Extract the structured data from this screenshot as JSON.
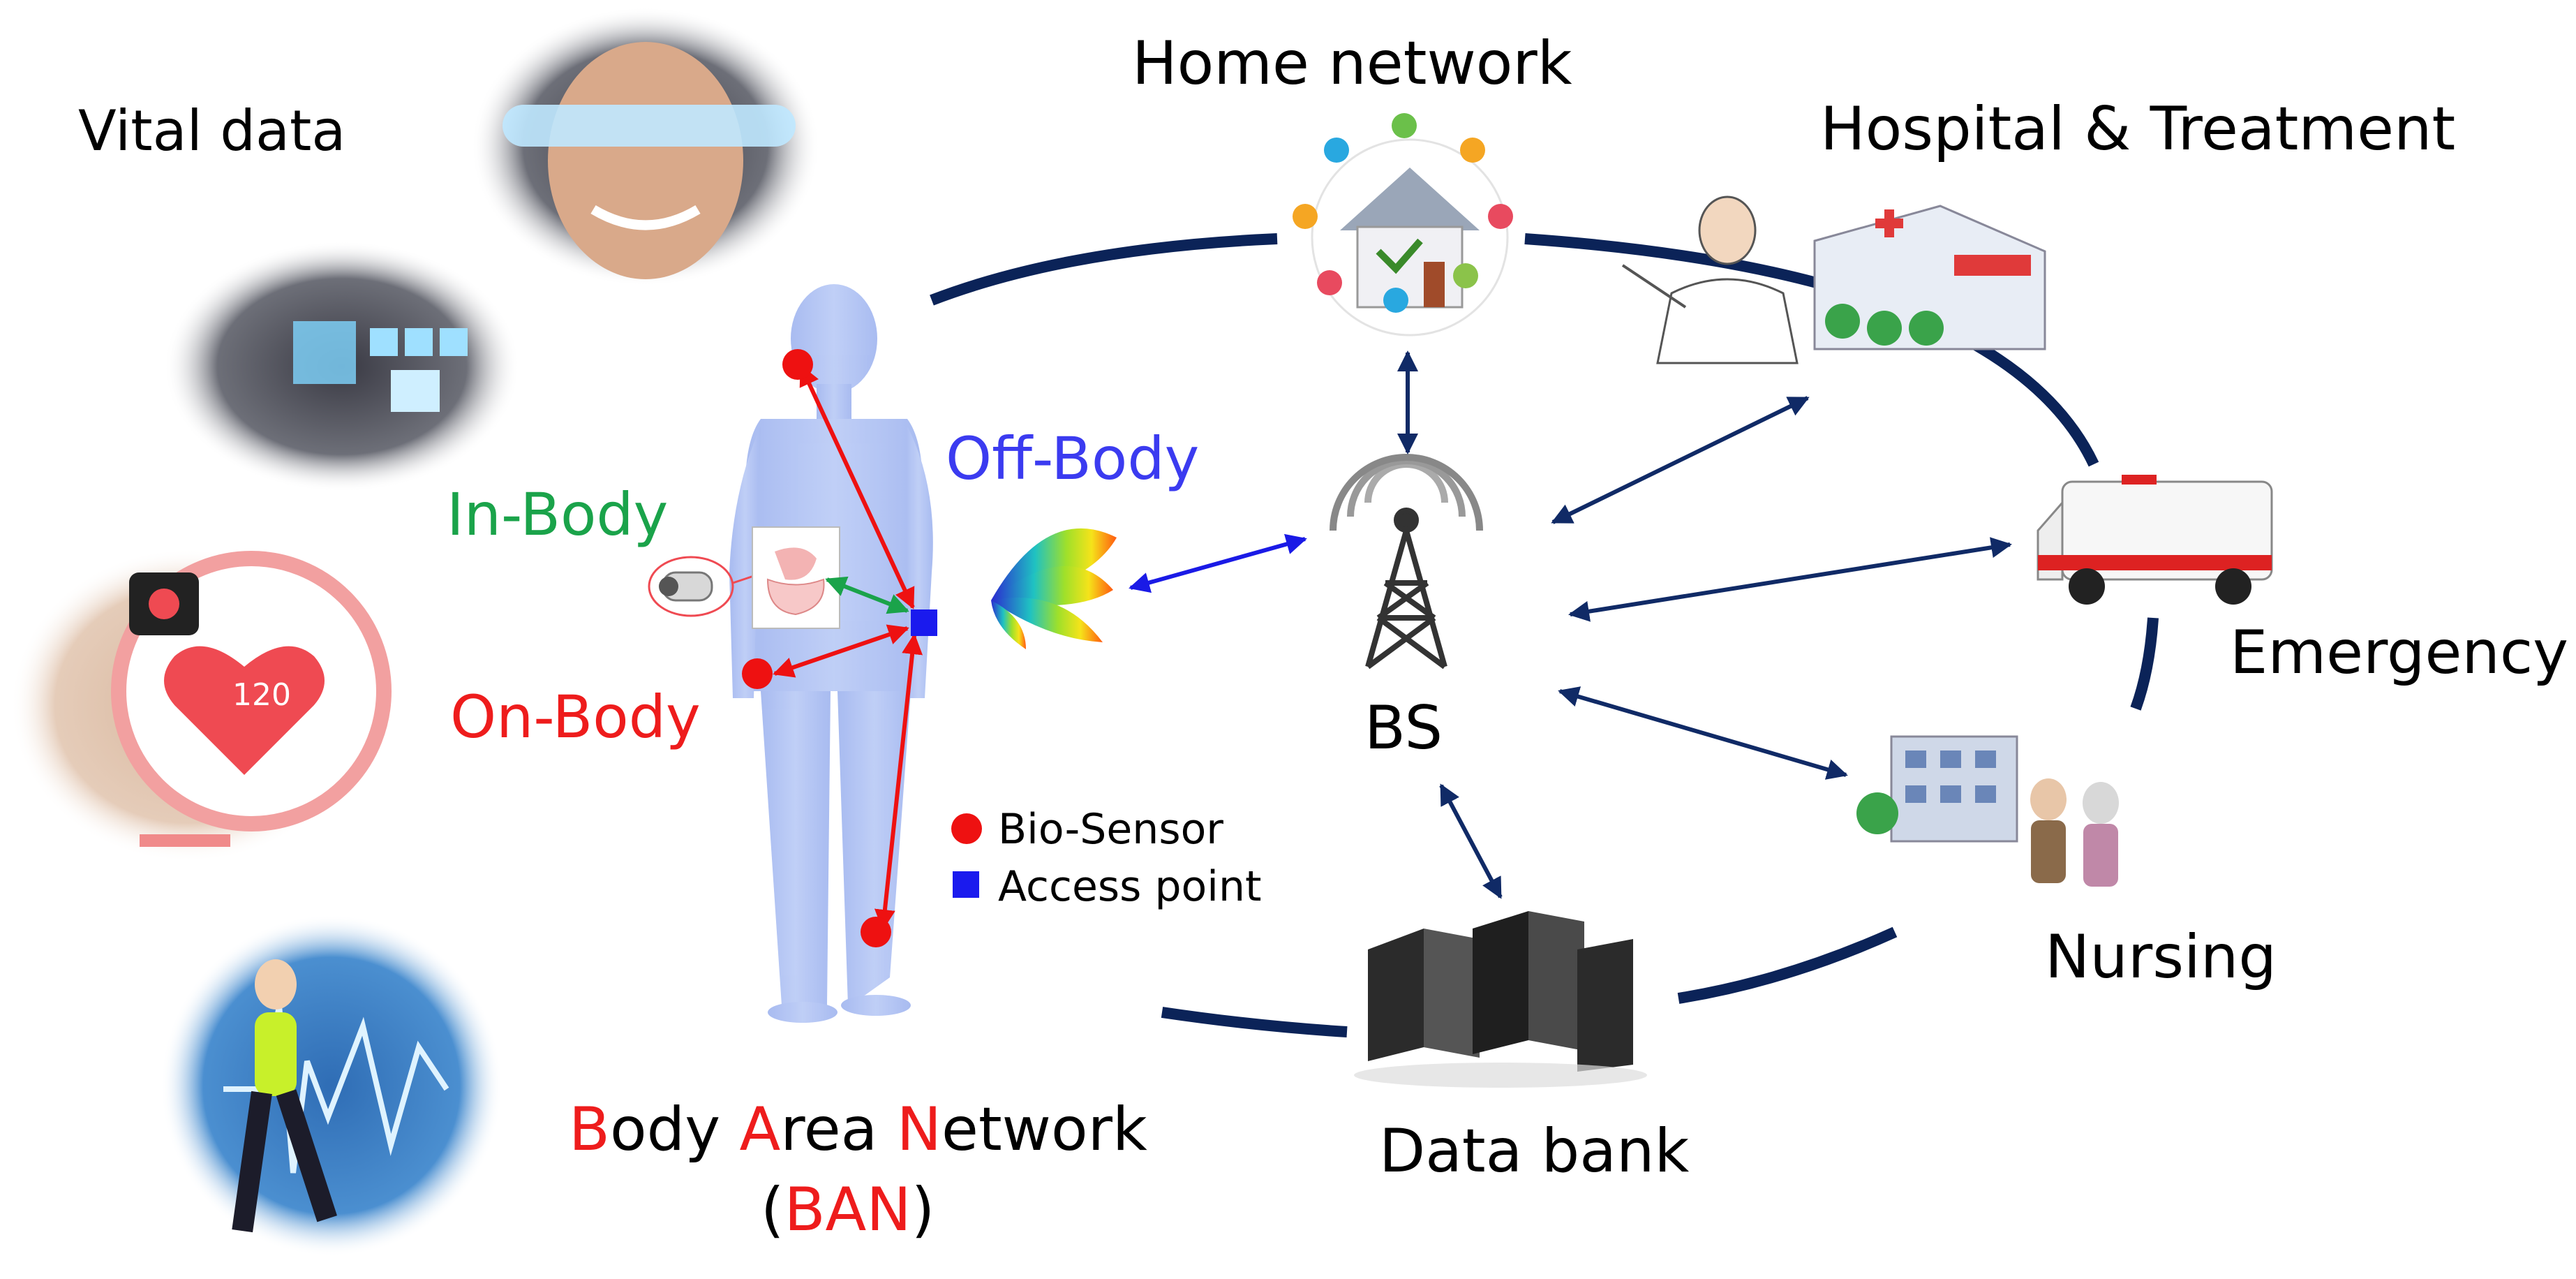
{
  "labels": {
    "vital_data": "Vital data",
    "home_network": "Home network",
    "hospital": "Hospital & Treatment",
    "emergency": "Emergency",
    "nursing": "Nursing",
    "data_bank": "Data bank",
    "bs": "BS",
    "in_body": "In-Body",
    "on_body": "On-Body",
    "off_body": "Off-Body"
  },
  "legend": {
    "bio_sensor": "Bio-Sensor",
    "access_point": "Access point"
  },
  "ban_title": {
    "b": "B",
    "ody": "ody ",
    "a": "A",
    "rea": "rea ",
    "n": "N",
    "etwork": "etwork",
    "open": "(",
    "abbr": "BAN",
    "close": ")"
  },
  "watch_value": "120",
  "colors": {
    "ring": "#0b2358",
    "arrow_navy": "#102a66",
    "arrow_blue": "#1a1ae6",
    "sensor_red": "#ee1111",
    "access_blue": "#1a1aee",
    "in_body_green": "#1aa34a",
    "body_fill": "#a9bdf2"
  }
}
